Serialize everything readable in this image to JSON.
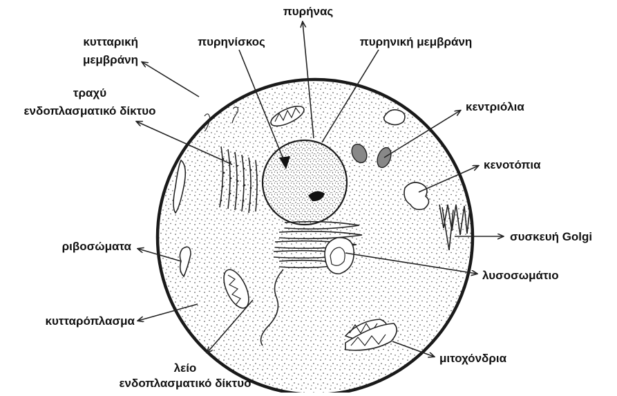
{
  "labels": {
    "nucleus": "πυρήνας",
    "nucleolus": "πυρηνίσκος",
    "nuclear_membrane": "πυρηνική μεμβράνη",
    "cell_membrane_1": "κυτταρική",
    "cell_membrane_2": "μεμβράνη",
    "rough_er_1": "τραχύ",
    "rough_er_2": "ενδοπλασματικό δίκτυο",
    "centrioles": "κεντριόλια",
    "vacuoles": "κενοτόπια",
    "golgi": "συσκευή Golgi",
    "ribosomes": "ριβοσώματα",
    "lysosome": "λυσοσωμάτιο",
    "cytoplasm": "κυτταρόπλασμα",
    "mitochondria": "μιτοχόνδρια",
    "smooth_er_1": "λείο",
    "smooth_er_2": "ενδοπλασματικό δίκτυο"
  }
}
